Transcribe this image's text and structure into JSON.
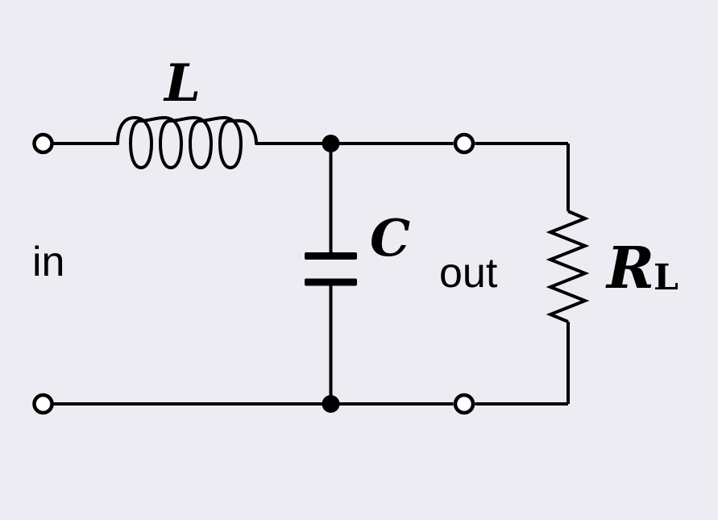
{
  "figure": {
    "kind": "circuit-diagram",
    "description": "LC low-pass filter: series inductor, shunt capacitor, load resistor between in and out ports",
    "colors": {
      "background": "#edecf2",
      "line": "#000000",
      "terminal_fill": "#ffffff"
    },
    "labels": {
      "inductor": "L",
      "capacitor": "C",
      "input": "in",
      "output": "out",
      "load_resistor_base": "R",
      "load_resistor_subscript": "L"
    }
  }
}
